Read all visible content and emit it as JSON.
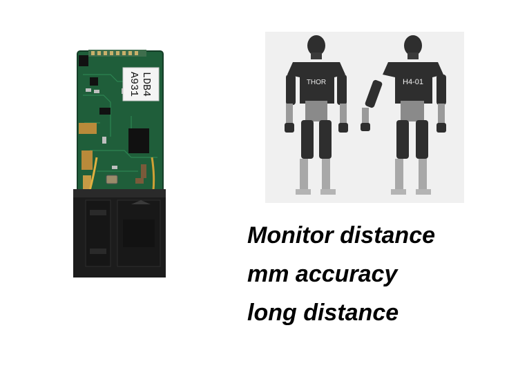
{
  "pcb_label": {
    "line1": "LDB4",
    "line2": "A931"
  },
  "robot_badges": {
    "front": "THOR",
    "back": "H4-01"
  },
  "features": [
    "Monitor distance",
    "mm accuracy",
    "long distance"
  ],
  "colors": {
    "pcb_green": "#1f5e3a",
    "housing_black": "#1c1c1c",
    "robot_dark": "#2e2e2e",
    "photo_bg": "#f0f0f0"
  }
}
